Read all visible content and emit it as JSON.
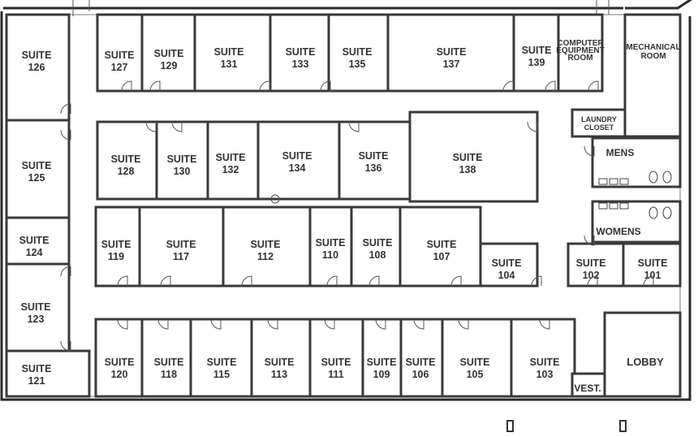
{
  "plan": {
    "suite_word": "SUITE",
    "suites": [
      "126",
      "127",
      "129",
      "131",
      "133",
      "135",
      "137",
      "139",
      "125",
      "128",
      "130",
      "132",
      "134",
      "136",
      "138",
      "124",
      "119",
      "117",
      "112",
      "110",
      "108",
      "107",
      "104",
      "102",
      "101",
      "123",
      "121",
      "120",
      "118",
      "115",
      "113",
      "111",
      "109",
      "106",
      "105",
      "103"
    ],
    "other_rooms": [
      {
        "lines": [
          "COMPUTER",
          "EQUIPMENT",
          "ROOM"
        ]
      },
      {
        "lines": [
          "MECHANICAL",
          "ROOM"
        ]
      },
      {
        "lines": [
          "LAUNDRY",
          "CLOSET"
        ]
      },
      {
        "lines": [
          "MENS"
        ]
      },
      {
        "lines": [
          "WOMENS"
        ]
      },
      {
        "lines": [
          "LOBBY"
        ]
      },
      {
        "lines": [
          "VEST."
        ]
      }
    ]
  }
}
